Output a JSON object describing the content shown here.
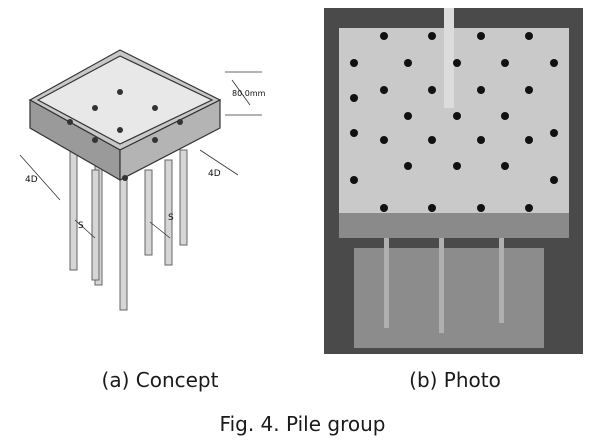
{
  "figure": {
    "caption": "Fig. 4. Pile group"
  },
  "panel_a": {
    "caption": "(a) Concept",
    "dim_height": "80.0mm",
    "dim_left": "4D",
    "dim_right": "4D",
    "spacing_left": "S",
    "spacing_right": "S"
  },
  "panel_b": {
    "caption": "(b) Photo"
  }
}
